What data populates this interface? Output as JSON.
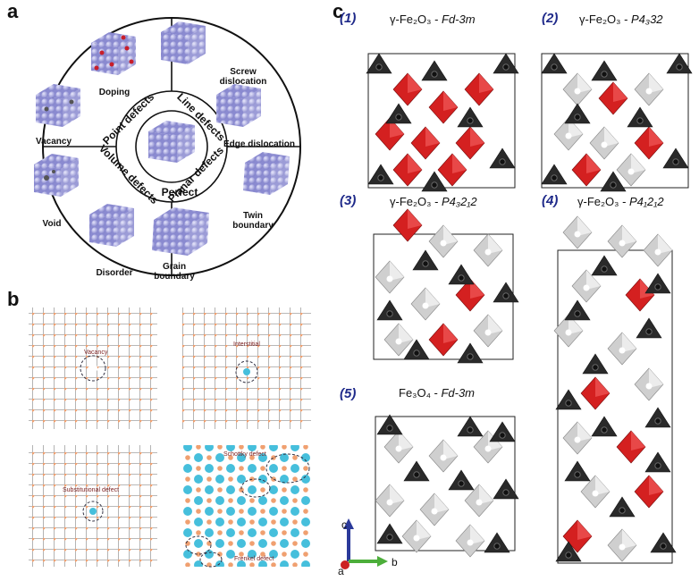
{
  "panel_a": {
    "letter": "a",
    "center_label": "Perfect",
    "ring_labels": {
      "point": "Point defects",
      "line": "Line defects",
      "planar": "Planar defects",
      "volume": "Volume defects"
    },
    "outer_labels": {
      "doping": "Doping",
      "vacancy": "Vacancy",
      "screw": "Screw dislocation",
      "edge": "Edge dislocation",
      "twin": "Twin boundary",
      "grain": "Grain boundary",
      "disorder": "Disorder",
      "void": "Void"
    }
  },
  "panel_b": {
    "letter": "b",
    "vacancy": "Vacancy",
    "interstitial": "Interstitial",
    "substitutional": "Substitutional defect",
    "schottky": "Schottky defect",
    "frenkel": "Frenkel defect"
  },
  "panel_c": {
    "letter": "c",
    "structures": [
      {
        "num": "(1)",
        "title": "γ-Fe₂O₃ - ",
        "group": "Fd-3m"
      },
      {
        "num": "(2)",
        "title": "γ-Fe₂O₃ - ",
        "group": "P4₃32"
      },
      {
        "num": "(3)",
        "title": "γ-Fe₂O₃ - ",
        "group": "P4₃2₁2"
      },
      {
        "num": "(4)",
        "title": "γ-Fe₂O₃ - ",
        "group": "P4₁2₁2"
      },
      {
        "num": "(5)",
        "title": "Fe₃O₄ - ",
        "group": "Fd-3m"
      }
    ],
    "axes": {
      "c": "c",
      "a": "a",
      "b": "b"
    }
  },
  "colors": {
    "sphere": "#a9a9e6",
    "red_octa": "#d42020",
    "dark_tetra": "#2a2a2a",
    "grey_octa": "#cfcfcf",
    "cyan_atom": "#46bfdc",
    "orange_atom": "#f0a070",
    "struct_num": "#1f2a8a"
  }
}
